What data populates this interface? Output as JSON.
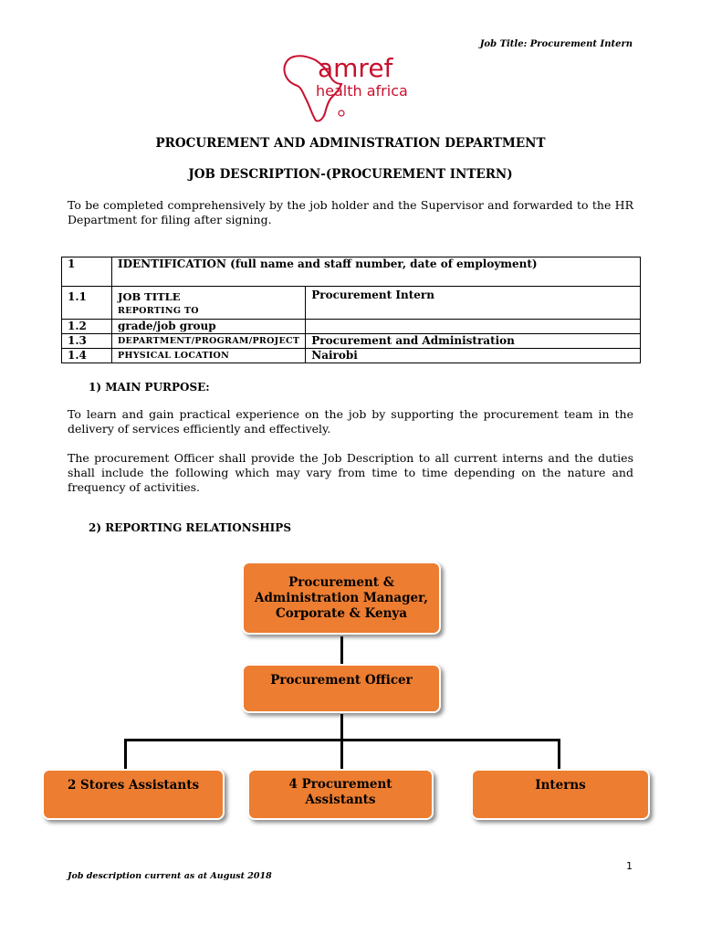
{
  "header": {
    "job_title_note": "Job Title: Procurement Intern"
  },
  "logo": {
    "line1": "amref",
    "line2": "health africa",
    "brand_color": "#c8102e"
  },
  "titles": {
    "department": "PROCUREMENT AND ADMINISTRATION DEPARTMENT",
    "job_description": "JOB DESCRIPTION-(PROCUREMENT INTERN)"
  },
  "intro_text": "To be completed comprehensively by the job holder and the Supervisor and forwarded to the HR Department for filing after signing.",
  "identification": {
    "num": "1",
    "heading": "IDENTIFICATION (full name and staff number, date of employment)",
    "rows": [
      {
        "num": "1.1",
        "label": "JOB TITLE",
        "sublabel": "REPORTING TO",
        "value": "Procurement Intern"
      },
      {
        "num": "1.2",
        "label": "grade/job group",
        "value": ""
      },
      {
        "num": "1.3",
        "label": "DEPARTMENT/PROGRAM/PROJECT",
        "value": "Procurement and Administration"
      },
      {
        "num": "1.4",
        "label": "PHYSICAL LOCATION",
        "value": "Nairobi"
      }
    ]
  },
  "section1": {
    "heading": "1)  MAIN PURPOSE:",
    "para1": "To learn and gain practical experience on the job by supporting the procurement team in the delivery of services efficiently and effectively.",
    "para2": "The procurement Officer shall provide the Job Description to all current interns and the duties shall include the following which may vary from time to time depending on the nature and frequency of activities."
  },
  "section2": {
    "heading": "2)  REPORTING RELATIONSHIPS"
  },
  "org_chart": {
    "box_color": "#ed7d31",
    "top": "Procurement & Administration Manager, Corporate & Kenya",
    "middle": "Procurement Officer",
    "bottom": [
      "2 Stores Assistants",
      "4 Procurement Assistants",
      "Interns"
    ]
  },
  "page_number": "1",
  "footer": "Job description current as at August 2018"
}
